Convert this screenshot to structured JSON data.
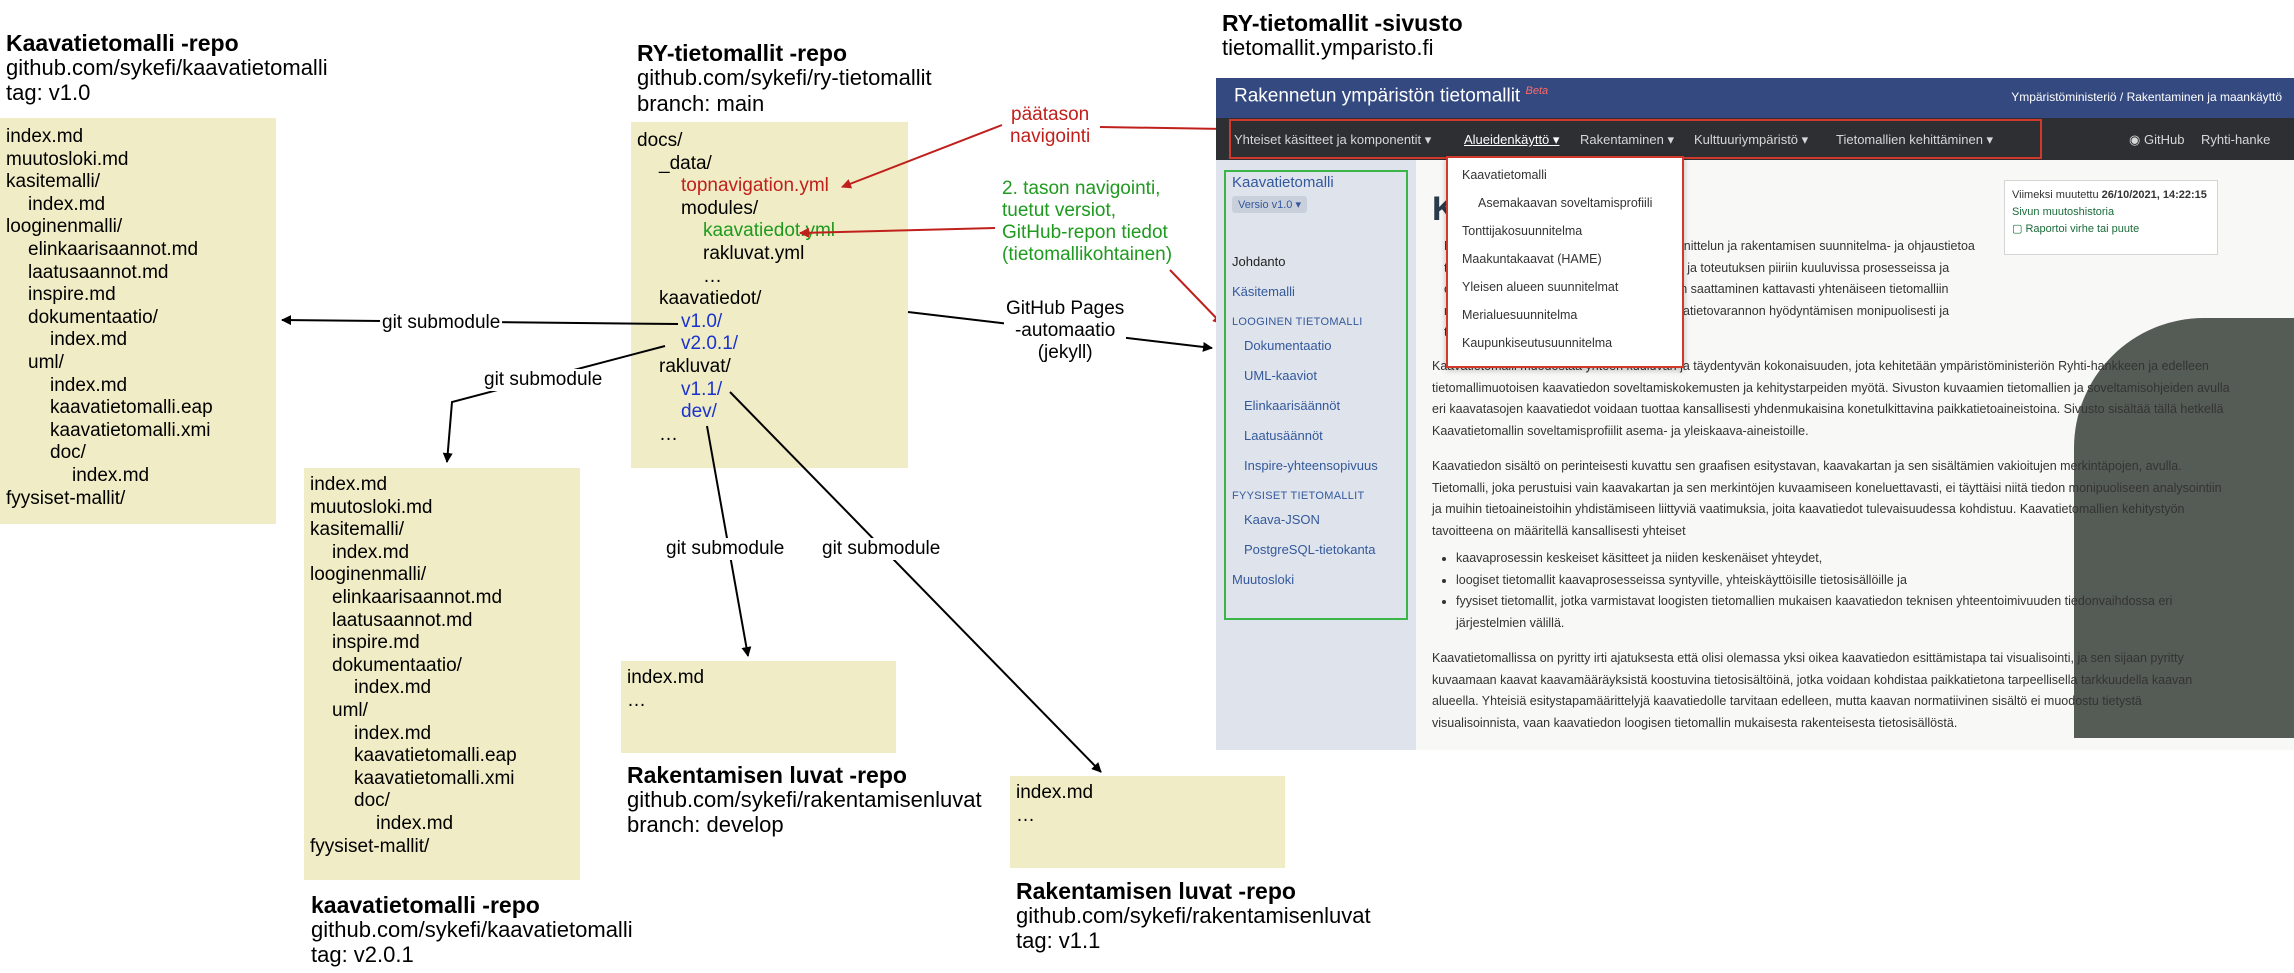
{
  "repo_v1": {
    "title": "Kaavatietomalli -repo",
    "url": "github.com/sykefi/kaavatietomalli",
    "ref": "tag: v1.0",
    "files": [
      "index.md",
      "muutosloki.md",
      "kasitemalli/",
      "index.md",
      "looginenmalli/",
      "elinkaarisaannot.md",
      "laatusaannot.md",
      "inspire.md",
      "dokumentaatio/",
      "index.md",
      "uml/",
      "index.md",
      "kaavatietomalli.eap",
      "kaavatietomalli.xmi",
      "doc/",
      "index.md",
      "fyysiset-mallit/"
    ]
  },
  "repo_ry": {
    "title": "RY-tietomallit -repo",
    "url": "github.com/sykefi/ry-tietomallit",
    "ref": "branch: main",
    "files": [
      "docs/",
      "_data/",
      "topnavigation.yml",
      "modules/",
      "kaavatiedot.yml",
      "rakluvat.yml",
      "…",
      "kaavatiedot/",
      "v1.0/",
      "v2.0.1/",
      "rakluvat/",
      "v1.1/",
      "dev/",
      "…"
    ]
  },
  "repo_v2": {
    "title": "kaavatietomalli -repo",
    "url": "github.com/sykefi/kaavatietomalli",
    "ref": "tag: v2.0.1",
    "files": [
      "index.md",
      "muutosloki.md",
      "kasitemalli/",
      "index.md",
      "looginenmalli/",
      "elinkaarisaannot.md",
      "laatusaannot.md",
      "inspire.md",
      "dokumentaatio/",
      "index.md",
      "uml/",
      "index.md",
      "kaavatietomalli.eap",
      "kaavatietomalli.xmi",
      "doc/",
      "index.md",
      "fyysiset-mallit/"
    ]
  },
  "repo_rak_dev": {
    "title": "Rakentamisen luvat -repo",
    "url": "github.com/sykefi/rakentamisenluvat",
    "ref": "branch: develop",
    "files": [
      "index.md",
      "…"
    ]
  },
  "repo_rak_v11": {
    "title": "Rakentamisen luvat -repo",
    "url": "github.com/sykefi/rakentamisenluvat",
    "ref": "tag: v1.1",
    "files": [
      "index.md",
      "…"
    ]
  },
  "site_heading": {
    "title": "RY-tietomallit -sivusto",
    "url": "tietomallit.ymparisto.fi"
  },
  "annotations": {
    "git_submodule": "git submodule",
    "top_nav": [
      "päätason",
      "navigointi"
    ],
    "second_nav": [
      "2. tason navigointi,",
      "tuetut versiot,",
      "GitHub-repon tiedot",
      "(tietomallikohtainen)"
    ],
    "gh_pages": [
      "GitHub Pages",
      "-automaatio",
      "(jekyll)"
    ]
  },
  "site": {
    "brand": "Rakennetun ympäristön tietomallit",
    "beta": "Beta",
    "ministry": "Ympäristöministeriö / Rakentaminen ja maankäyttö",
    "nav": [
      "Yhteiset käsitteet ja komponentit ▾",
      "Alueidenkäyttö ▾",
      "Rakentaminen ▾",
      "Kulttuuriympäristö ▾",
      "Tietomallien kehittäminen ▾"
    ],
    "github": "GitHub",
    "ryhti": "Ryhti-hanke",
    "dropdown": [
      "Kaavatietomalli",
      "Asemakaavan soveltamisprofiili",
      "Tonttijakosuunnitelma",
      "Maakuntakaavat (HAME)",
      "Yleisen alueen suunnitelmat",
      "Merialuesuunnitelma",
      "Kaupunkiseutusuunnitelma"
    ],
    "sidebar": {
      "title": "Kaavatietomalli",
      "version": "Versio v1.0 ▾",
      "johdanto": "Johdanto",
      "kasitemalli": "Käsitemalli",
      "looginen_head": "LOOGINEN TIETOMALLI",
      "looginen": [
        "Dokumentaatio",
        "UML-kaaviot",
        "Elinkaarisäännöt",
        "Laatusäännöt",
        "Inspire-yhteensopivuus"
      ],
      "fyysiset_head": "FYYSISET TIETOMALLIT",
      "fyysiset": [
        "Kaava-JSON",
        "PostgreSQL-tietokanta"
      ],
      "muutosloki": "Muutosloki"
    },
    "card": {
      "modified_label": "Viimeksi muutettu",
      "modified_date": "26/10/2021, 14:22:15",
      "history": "Sivun muutoshistoria",
      "report": "Raportoi virhe tai puute"
    },
    "big_letter": "Ka",
    "paragraphs": [
      "Kaavatietomalli kuvaa alueidenkäytön suunnittelun ja rakentamisen suunnitelma- ja ohjaustietoa tarvittaan sekä alueidenkäytön suunnittelun ja toteutuksen piiriin kuuluvissa prosesseissa ja elinkeinoelämän prosesseissa. Kaavatiedon saattaminen kattavasti yhtenäiseen tietomalliin mahdollistaa kansallisesti merkittävän kaavatietovarannon hyödyntämisen monipuolisesti ja tehokkaasti.",
      "Kaavatietomalli muodostaa yhteen kuuluvan ja täydentyvän kokonaisuuden, jota kehitetään ympäristöministeriön Ryhti-hankkeen ja edelleen tietomallimuotoisen kaavatiedon soveltamiskokemusten ja kehitystarpeiden myötä. Sivuston kuvaamien tietomallien ja soveltamisohjeiden avulla eri kaavatasojen kaavatiedot voidaan tuottaa kansallisesti yhdenmukaisina konetulkittavina paikkatietoaineistoina. Sivusto sisältää tällä hetkellä Kaavatietomallin soveltamisprofiilit asema- ja yleiskaava-aineistoille.",
      "Kaavatiedon sisältö on perinteisesti kuvattu sen graafisen esitystavan, kaavakartan ja sen sisältämien vakioitujen merkintäpojen, avulla. Tietomalli, joka perustuisi vain kaavakartan ja sen merkintöjen kuvaamiseen koneluettavasti, ei täyttäisi niitä tiedon monipuoliseen analysointiin ja muihin tietoaineistoihin yhdistämiseen liittyviä vaatimuksia, joita kaavatiedot tulevaisuudessa kohdistuu. Kaavatietomallien kehitystyön tavoitteena on määritellä kansallisesti yhteiset"
    ],
    "bullets": [
      "kaavaprosessin keskeiset käsitteet ja niiden keskenäiset yhteydet,",
      "loogiset tietomallit kaavaprosesseissa syntyville, yhteiskäyttöisille tietosisällöille ja",
      "fyysiset tietomallit, jotka varmistavat loogisten tietomallien mukaisen kaavatiedon teknisen yhteentoimivuuden tiedonvaihdossa eri järjestelmien välillä."
    ],
    "closing": "Kaavatietomallissa on pyritty irti ajatuksesta että olisi olemassa yksi oikea kaavatiedon esittämistapa tai visualisointi, ja sen sijaan pyritty kuvaamaan kaavat kaavamääräyksistä koostuvina tietosisältöinä, jotka voidaan kohdistaa paikkatietona tarpeellisella tarkkuudella kaavan alueella. Yhteisiä esitystapamäärittelyjä kaavatiedolle tarvitaan edelleen, mutta kaavan normatiivinen sisältö ei muodostu tietystä visualisoinnista, vaan kaavatiedon loogisen tietomallin mukaisesta rakenteisesta tietosisällöstä."
  },
  "colors": {
    "box_fill": "#f0ecc5",
    "red": "#c0201c",
    "green": "#1f9a1f",
    "blue": "#1a33cc",
    "header_blue": "#34497f"
  }
}
